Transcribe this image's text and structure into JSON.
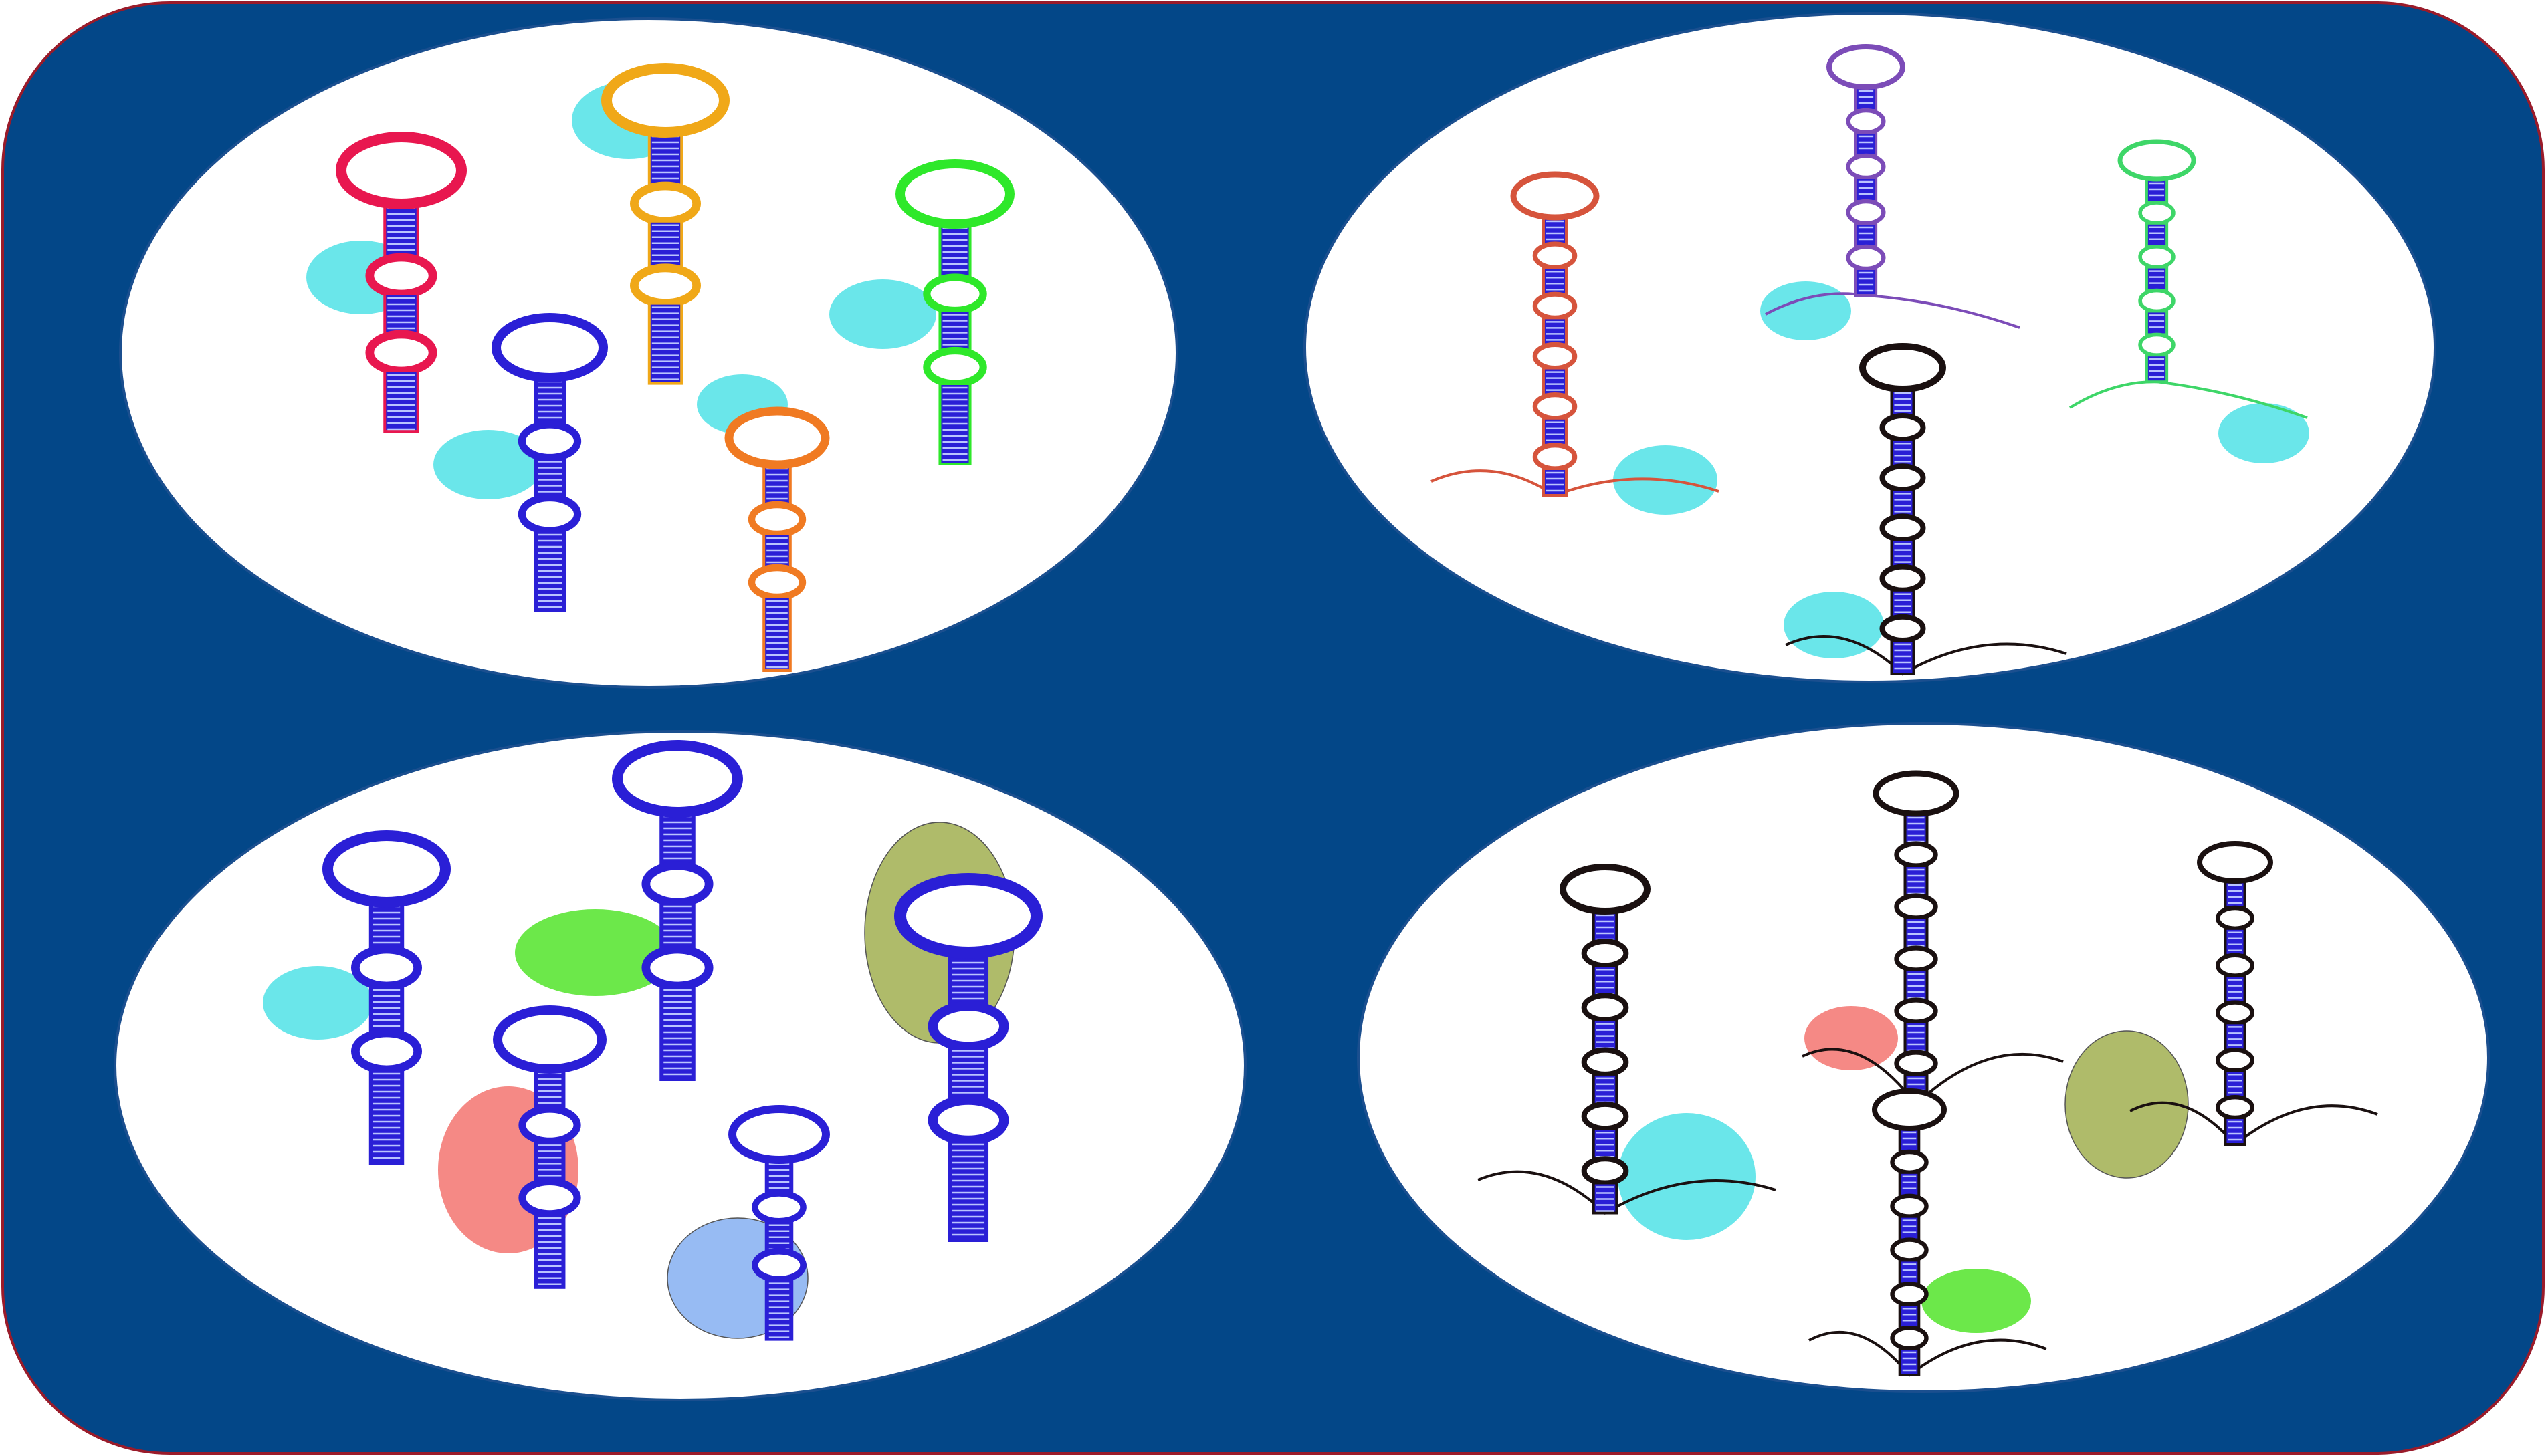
{
  "colors": {
    "panel": "#034788",
    "panel_border": "#9a1b2a",
    "oval_fill": "#ffffff",
    "oval_stroke": "#1b4f8f",
    "stem": "#2a1fd6",
    "stem_line": "#b9c3ff",
    "blob_cyan": "#5ae3e8",
    "blob_green": "#5ce636",
    "blob_olive": "#a6b45a",
    "blob_salmon": "#f37470",
    "blob_blue": "#8cb4f2"
  },
  "quadrants": [
    {
      "name": "top-left",
      "description_color_coded": true,
      "hairpins": [
        {
          "id": "red-hairpin",
          "color": "#e8174f",
          "tail": false
        },
        {
          "id": "yellow-hairpin",
          "color": "#f0a818",
          "tail": false
        },
        {
          "id": "blue-hairpin",
          "color": "#2a1fd6",
          "tail": false
        },
        {
          "id": "green-hairpin",
          "color": "#2ee82a",
          "tail": false
        },
        {
          "id": "orange-hairpin",
          "color": "#f07a22",
          "tail": false
        }
      ],
      "blobs": [
        "cyan",
        "cyan",
        "cyan",
        "cyan",
        "cyan"
      ]
    },
    {
      "name": "top-right",
      "hairpins": [
        {
          "id": "orange-hairpin-tail",
          "color": "#d6543c",
          "tail": true
        },
        {
          "id": "purple-hairpin-tail",
          "color": "#7c4cb8",
          "tail": true
        },
        {
          "id": "green-hairpin-tail",
          "color": "#3ed668",
          "tail": true
        },
        {
          "id": "black-hairpin-tail",
          "color": "#1a1010",
          "tail": true
        }
      ],
      "blobs": [
        "cyan",
        "cyan",
        "cyan",
        "cyan"
      ]
    },
    {
      "name": "bottom-left",
      "hairpins": [
        {
          "id": "blue-hairpin-1",
          "color": "#2a1fd6",
          "tail": false
        },
        {
          "id": "blue-hairpin-2",
          "color": "#2a1fd6",
          "tail": false
        },
        {
          "id": "blue-hairpin-3",
          "color": "#2a1fd6",
          "tail": false
        },
        {
          "id": "blue-hairpin-4",
          "color": "#2a1fd6",
          "tail": false
        },
        {
          "id": "blue-hairpin-5",
          "color": "#2a1fd6",
          "tail": false
        }
      ],
      "blobs": [
        "cyan",
        "green",
        "olive",
        "salmon",
        "blue"
      ]
    },
    {
      "name": "bottom-right",
      "hairpins": [
        {
          "id": "black-hairpin-1",
          "color": "#1a1010",
          "tail": true
        },
        {
          "id": "black-hairpin-2",
          "color": "#1a1010",
          "tail": true
        },
        {
          "id": "black-hairpin-3",
          "color": "#1a1010",
          "tail": true
        },
        {
          "id": "black-hairpin-4",
          "color": "#1a1010",
          "tail": true
        }
      ],
      "blobs": [
        "cyan",
        "salmon",
        "olive",
        "green"
      ]
    }
  ]
}
